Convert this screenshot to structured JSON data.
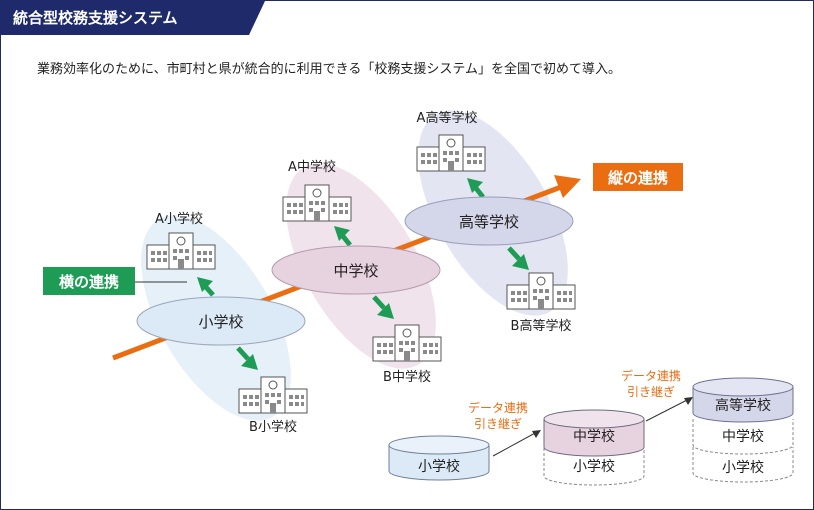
{
  "title": "統合型校務支援システム",
  "intro": "業務効率化のために、市町村と県が統合的に利用できる「校務支援システム」を全国で初めて導入。",
  "labels": {
    "horizontal": "横の連携",
    "vertical": "縦の連携"
  },
  "levels": {
    "elementary": {
      "name": "小学校",
      "school_a": "A小学校",
      "school_b": "B小学校"
    },
    "junior": {
      "name": "中学校",
      "school_a": "A中学校",
      "school_b": "B中学校"
    },
    "high": {
      "name": "高等学校",
      "school_a": "A高等学校",
      "school_b": "B高等学校"
    }
  },
  "data_transfer": {
    "line1": "データ連携",
    "line2": "引き継ぎ"
  },
  "colors": {
    "navy": "#1f2a6b",
    "orange": "#ea6d12",
    "green": "#1e9c55",
    "elementary_fill": "#dbeaf6",
    "junior_fill": "#e7d2df",
    "high_fill": "#d4d6ea",
    "elementary_band": "#e5f0f9",
    "junior_band": "#f1e3ec",
    "high_band": "#e4e5f2"
  }
}
